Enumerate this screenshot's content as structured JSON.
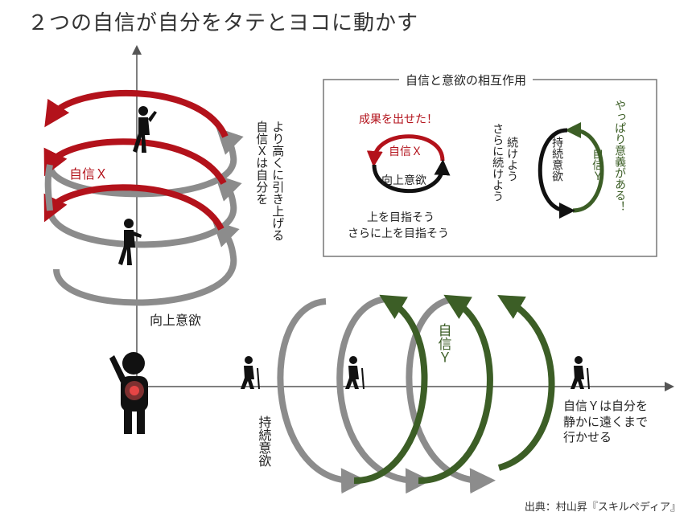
{
  "title": "２つの自信が自分をタテとヨコに動かす",
  "confidence_x_label": "自信Ｘ",
  "confidence_x_desc_line1": "自信Ｘは自分を",
  "confidence_x_desc_line2": "より高くに引き上げる",
  "upward_motivation": "向上意欲",
  "confidence_y_label": "自信Ｙ",
  "sustained_motivation": "持続意欲",
  "confidence_y_desc": [
    "自信Ｙは自分を",
    "静かに遠くまで",
    "行かせる"
  ],
  "box": {
    "title": "自信と意欲の相互作用",
    "left_exclaim": "成果を出せた！",
    "left_inner_top": "自信Ｘ",
    "left_inner_bottom": "向上意欲",
    "left_caption_line1": "上を目指そう",
    "left_caption_line2": "さらに上を目指そう",
    "middle_line1": "続けよう",
    "middle_line2": "さらに続けよう",
    "right_inner_left": "持続意欲",
    "right_inner_right": "自信Ｙ",
    "right_exclaim": "やっぱり意義がある！"
  },
  "credit": "出典：村山昇『スキルペディア』",
  "colors": {
    "red": "#b3121b",
    "gray": "#8c8c8c",
    "green": "#3c5e26",
    "axis": "#555555"
  },
  "icons": [
    "climber-icon",
    "walker-icon",
    "person-heart-icon"
  ]
}
